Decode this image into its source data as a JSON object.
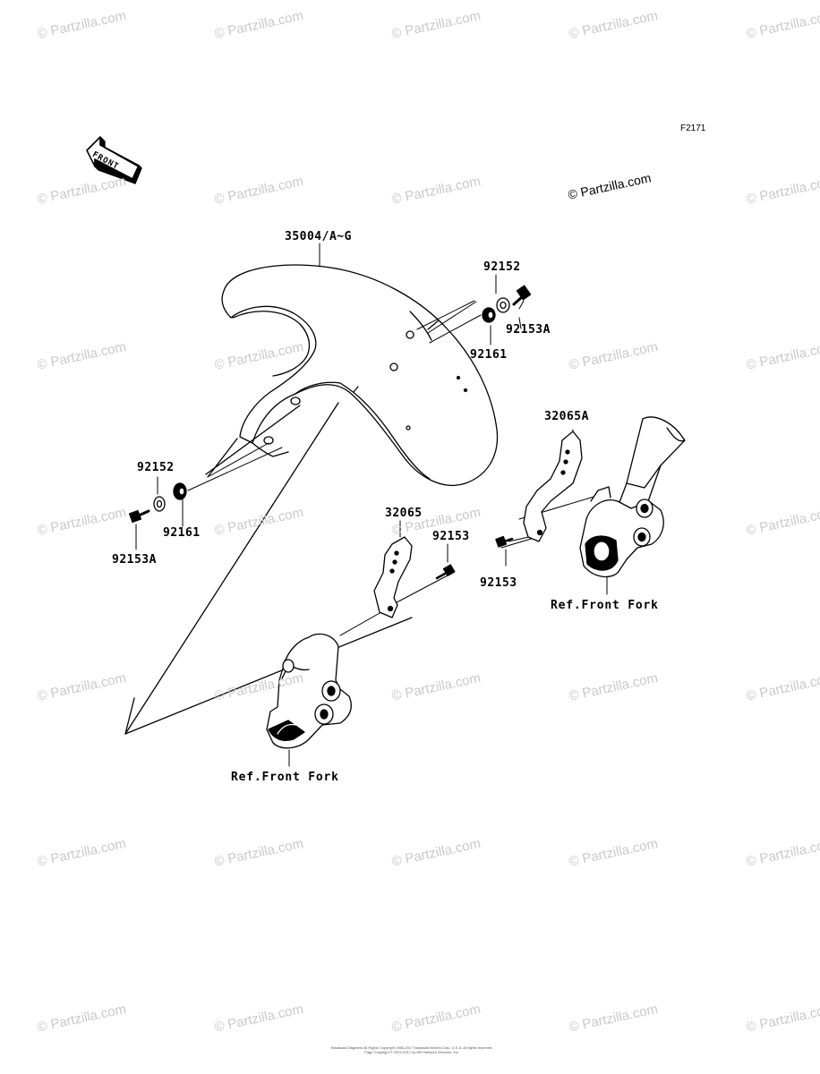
{
  "diagram": {
    "figure_id": "F2171",
    "copyright_mark": "© Partzilla.com",
    "watermark_text": "© Partzilla.com",
    "front_arrow_label": "FRONT",
    "parts": {
      "fender": "35004/A~G",
      "washer_left": "92152",
      "washer_right": "92152",
      "grommet_left": "92161",
      "grommet_right": "92161",
      "bolt_left": "92153A",
      "bolt_right": "92153A",
      "bracket_left": "32065",
      "bracket_right": "32065A",
      "bolt_bracket_left": "92153",
      "bolt_bracket_right": "92153"
    },
    "references": {
      "left_fork": "Ref.Front Fork",
      "right_fork": "Ref.Front Fork"
    },
    "fineprint_line1": "Kawasaki Diagrams All Rights Copyright 1985-2017 Kawasaki Motors Corp. U.S.A. All rights reserved.",
    "fineprint_line2": "Page Copyright © 2004-2017 by ARI Network Services, Inc."
  }
}
